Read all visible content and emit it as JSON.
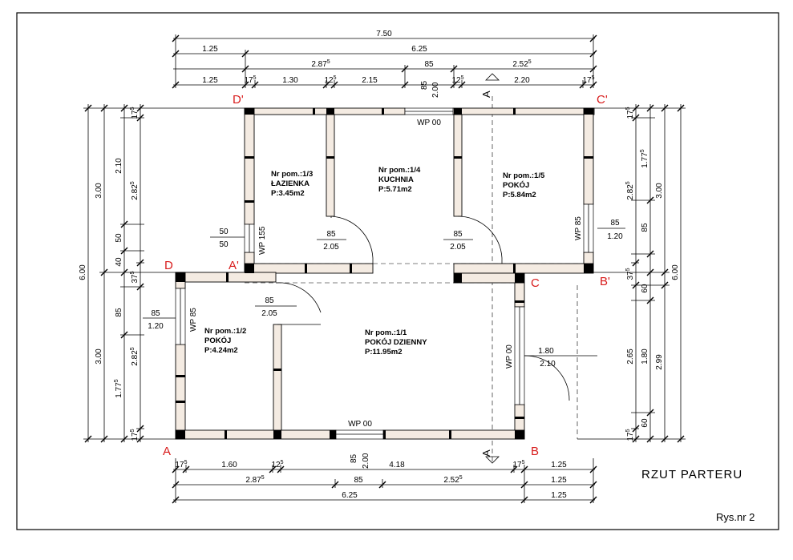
{
  "drawing_title": "RZUT  PARTERU",
  "sheet_number": "Rys.nr 2",
  "corners": {
    "D_prime": "D'",
    "C_prime": "C'",
    "D": "D",
    "A_prime": "A'",
    "C": "C",
    "B_prime": "B'",
    "A": "A",
    "B": "B"
  },
  "section_label": "A",
  "rooms": [
    {
      "number": "Nr pom.:1/3",
      "name": "ŁAZIENKA",
      "area": "P:3.45m2"
    },
    {
      "number": "Nr pom.:1/4",
      "name": "KUCHNIA",
      "area": "P:5.71m2"
    },
    {
      "number": "Nr pom.:1/5",
      "name": "POKÓJ",
      "area": "P:5.84m2"
    },
    {
      "number": "Nr pom.:1/2",
      "name": "POKÓJ",
      "area": "P:4.24m2"
    },
    {
      "number": "Nr pom.:1/1",
      "name": "POKÓJ DZIENNY",
      "area": "P:11.95m2"
    }
  ],
  "openings": {
    "wp00": "WP 00",
    "wp85": "WP 85",
    "wp155": "WP 155",
    "d85": "85",
    "d205": "2.05",
    "d120": "1.20",
    "d50": "50",
    "d180": "1.80",
    "d210": "2.10",
    "d200": "2.00"
  },
  "dims_top": {
    "r1": "7.50",
    "r2a": "1.25",
    "r2b": "6.25",
    "r3a": "2.87",
    "r3a_sup": "5",
    "r3b": "85",
    "r3c": "2.52",
    "r3c_sup": "5",
    "r4a": "1.25",
    "r4b": "17",
    "r4b_sup": "5",
    "r4c": "1.30",
    "r4d": "12",
    "r4d_sup": "5",
    "r4e": "2.15",
    "r4f": "12",
    "r4f_sup": "5",
    "r4g": "2.20",
    "r4h": "17",
    "r4h_sup": "5"
  },
  "dims_bottom": {
    "r1a": "17",
    "r1a_sup": "5",
    "r1b": "1.60",
    "r1c": "12",
    "r1c_sup": "5",
    "r1d": "4.18",
    "r1e": "17",
    "r1e_sup": "5",
    "r1f": "1.25",
    "r2a": "2.87",
    "r2a_sup": "5",
    "r2b": "85",
    "r2c": "2.52",
    "r2c_sup": "5",
    "r2d": "1.25",
    "r3a": "6.25",
    "r3b": "1.25"
  },
  "dims_left": {
    "o1": "6.00",
    "m1": "3.00",
    "m2": "3.00",
    "i1": "2.10",
    "i2": "50",
    "i3": "40",
    "i4": "85",
    "i5": "1.77",
    "i5_sup": "5",
    "n1": "17",
    "n1_sup": "5",
    "n2": "2.82",
    "n2_sup": "5",
    "n3": "37",
    "n3_sup": "5",
    "n4": "2.82",
    "n4_sup": "5",
    "n5": "17",
    "n5_sup": "5"
  },
  "dims_right": {
    "o1": "6.00",
    "m1": "3.00",
    "m2": "2.99",
    "i1": "1.77",
    "i1_sup": "5",
    "i2": "85",
    "i3": "60",
    "i4": "1.80",
    "i5": "60",
    "n1": "17",
    "n1_sup": "5",
    "n2": "2.82",
    "n2_sup": "5",
    "n3": "37",
    "n3_sup": "5",
    "n4": "2.65",
    "n5": "17",
    "n5_sup": "5"
  }
}
